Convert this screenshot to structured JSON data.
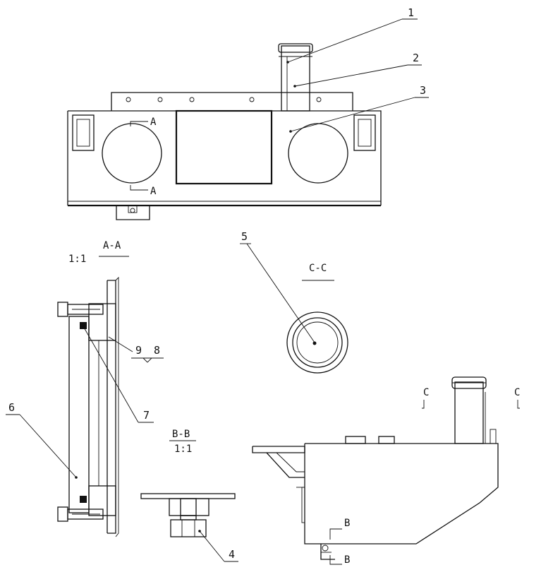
{
  "callouts": {
    "c1": "1",
    "c2": "2",
    "c3": "3",
    "c4": "4",
    "c5": "5",
    "c6": "6",
    "c7": "7",
    "c8": "8",
    "c9": "9"
  },
  "section_marks": {
    "a_top": "A",
    "a_bottom": "A",
    "b_top": "B",
    "b_bottom": "B",
    "c_left": "C",
    "c_right": "C"
  },
  "views": {
    "aa_title": "A-A",
    "aa_scale": "1:1",
    "bb_title": "B-B",
    "bb_scale": "1:1",
    "cc_title": "C-C"
  },
  "colors": {
    "line": "#111111",
    "background": "#ffffff"
  }
}
